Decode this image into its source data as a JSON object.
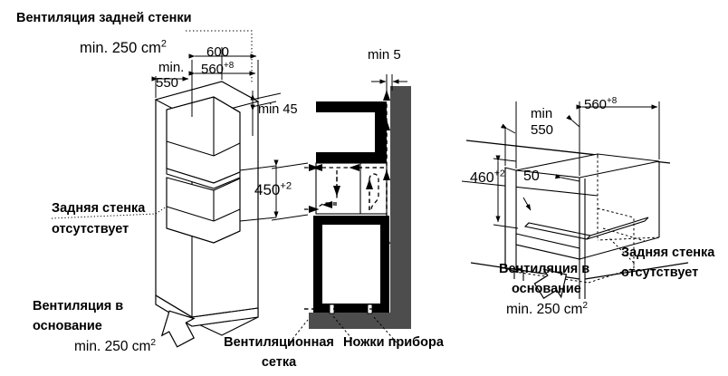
{
  "document": {
    "type": "installation-dimension-diagram",
    "language": "ru",
    "units": "mm",
    "background_color": "#ffffff",
    "line_color": "#000000",
    "wall_fill": "#4d4d4d",
    "appliance_fill": "#000000"
  },
  "left_diagram": {
    "name": "tall-cabinet-isometric",
    "heading": "Вентиляция задней стенки",
    "heading_value": "min. 250 cm",
    "heading_value_sup": "2",
    "dimensions": {
      "depth_min_label": "min.",
      "depth_min_value": "550",
      "width_outer": "600",
      "width_inner": "560",
      "width_inner_sup": "+8",
      "top_gap": "min 45",
      "niche_height": "450",
      "niche_height_sup": "+2"
    },
    "callouts": [
      {
        "line1": "Задняя стенка",
        "line2": "отсутствует"
      },
      {
        "line1": "Вентиляция в",
        "line2": "основание",
        "line3": "min. 250 cm",
        "sup": "2"
      }
    ]
  },
  "middle_diagram": {
    "name": "side-section-airflow",
    "dimensions": {
      "wall_gap": "min 5"
    },
    "callouts": [
      {
        "line1": "Вентиляционная",
        "line2": "сетка"
      },
      {
        "line1": "Ножки прибора"
      }
    ]
  },
  "right_diagram": {
    "name": "under-counter-isometric",
    "dimensions": {
      "depth_min_label": "min",
      "depth_min_value": "550",
      "width_inner": "560",
      "width_inner_sup": "+8",
      "niche_height": "460",
      "niche_height_sup": "+2",
      "front_gap": "50"
    },
    "callouts": [
      {
        "line1": "Вентиляция в",
        "line2": "основание",
        "line3": "min. 250 cm",
        "sup": "2"
      },
      {
        "line1": "Задняя стенка",
        "line2": "отсутствует"
      }
    ]
  }
}
